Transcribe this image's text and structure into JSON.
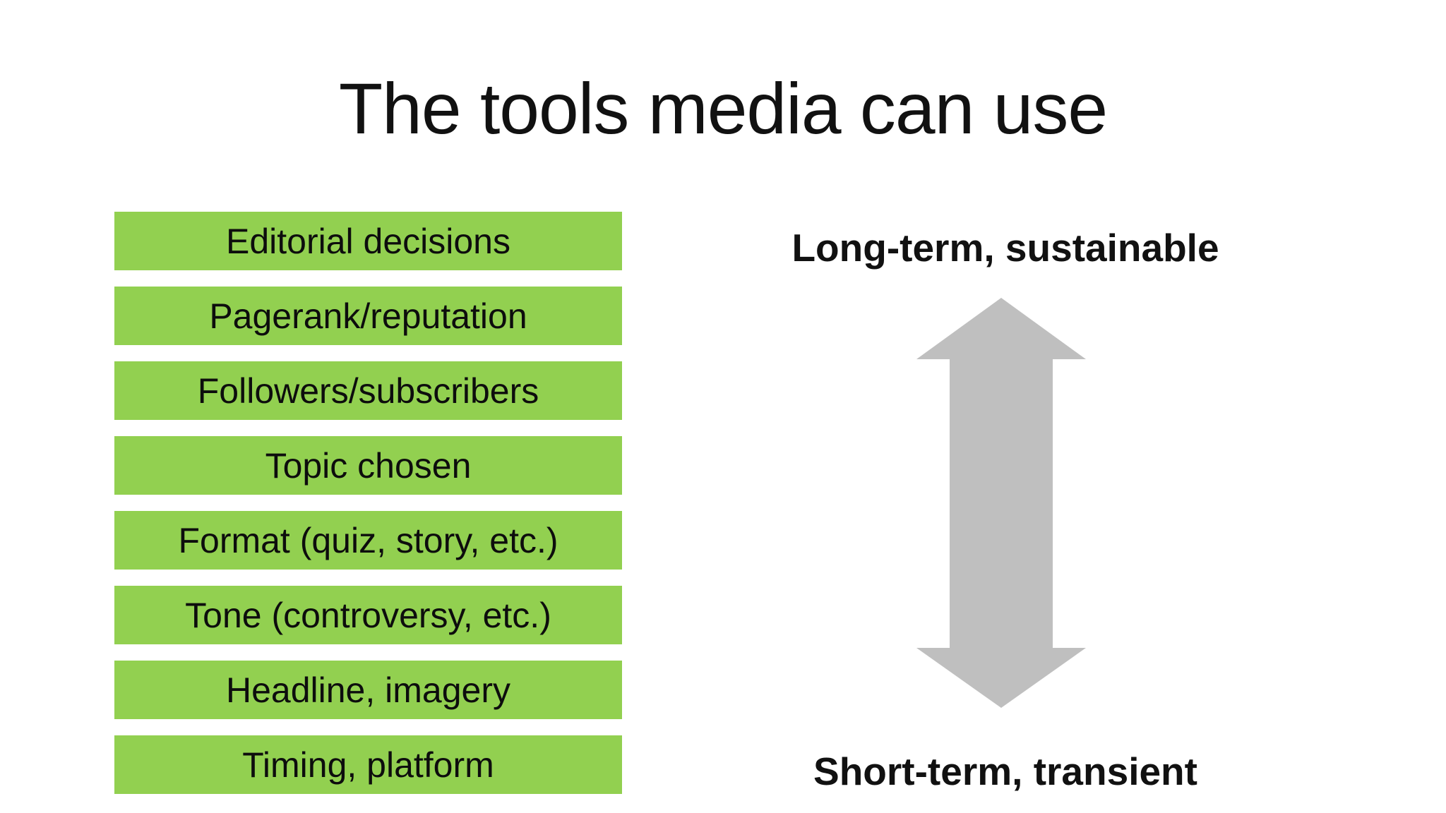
{
  "slide": {
    "title": "The tools media can use"
  },
  "tools": [
    "Editorial decisions",
    "Pagerank/reputation",
    "Followers/subscribers",
    "Topic chosen",
    "Format (quiz, story, etc.)",
    "Tone (controversy, etc.)",
    "Headline, imagery",
    "Timing, platform"
  ],
  "axis": {
    "top_label": "Long-term, sustainable",
    "bottom_label": "Short-term, transient",
    "icon": "double-headed-vertical-arrow"
  },
  "colors": {
    "bar_green": "#92d050",
    "arrow_gray": "#bfbfbf",
    "text": "#111111",
    "background": "#ffffff"
  }
}
